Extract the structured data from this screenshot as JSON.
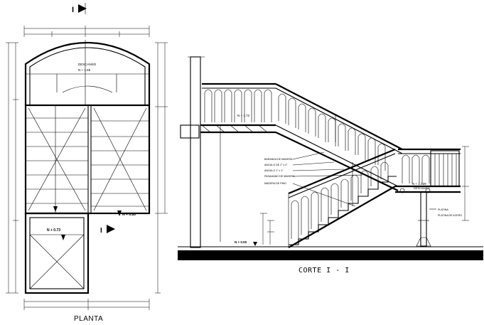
{
  "plan": {
    "title": "PLANTA",
    "section_marker": "I",
    "landing_label": "DESCANSO",
    "landing_level": "N + 1.65",
    "upper_level": "N + 0.80",
    "lower_level": "N + 0.73"
  },
  "section": {
    "title": "CORTE  I - I",
    "level_upper": "N + 1.72",
    "level_floor": "N + 0.00",
    "level_landing": "N + 1.029",
    "callouts": [
      "BARANDA DE MADERA",
      "ANGULO DE 2\" x 2\"",
      "ANGULO 1\" x 1\"",
      "PASAMANO DE MADERA",
      "MADERA DE PINO"
    ],
    "note_right": [
      "PLATINA",
      "PLATINA DE ACERO"
    ],
    "landing_tag": "DESCANSO"
  }
}
